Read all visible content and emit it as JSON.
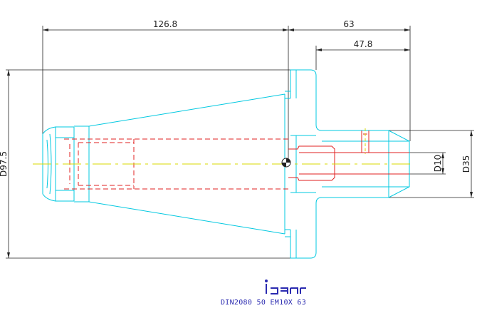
{
  "dimensions": {
    "overall_length": "126.8",
    "projection_length": "63",
    "inner_length": "47.8",
    "flange_diameter": "D97.5",
    "bore_diameter": "D10",
    "nose_diameter": "D35"
  },
  "logo": {
    "text": "iscar",
    "color": "#2a2ab0"
  },
  "caption": "DIN2080 50 EM10X 63",
  "colors": {
    "body_outline": "#00c8e0",
    "hidden_lines": "#e02020",
    "center_line": "#d8d800",
    "dimension_lines": "#222222"
  }
}
